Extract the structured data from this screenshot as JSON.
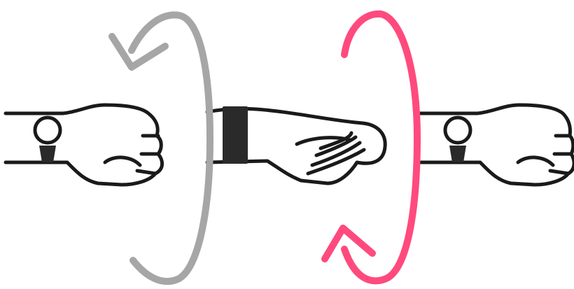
{
  "colors": {
    "background": "#ffffff",
    "outline": "#1a1a1a",
    "skin": "#ffffff",
    "band": "#2a2a2a",
    "arrow_left": "#a6a6a6",
    "arrow_right": "#ff4a7d"
  },
  "illustration": {
    "panels": [
      {
        "pose": "fist-palm-down",
        "watch": "face-up"
      },
      {
        "pose": "open-hand-sideways",
        "watch": "band-only"
      },
      {
        "pose": "fist-palm-down",
        "watch": "face-up"
      }
    ],
    "rotations": [
      {
        "name": "counterclockwise-arrow",
        "color_key": "arrow_left"
      },
      {
        "name": "clockwise-arrow",
        "color_key": "arrow_right"
      }
    ]
  }
}
